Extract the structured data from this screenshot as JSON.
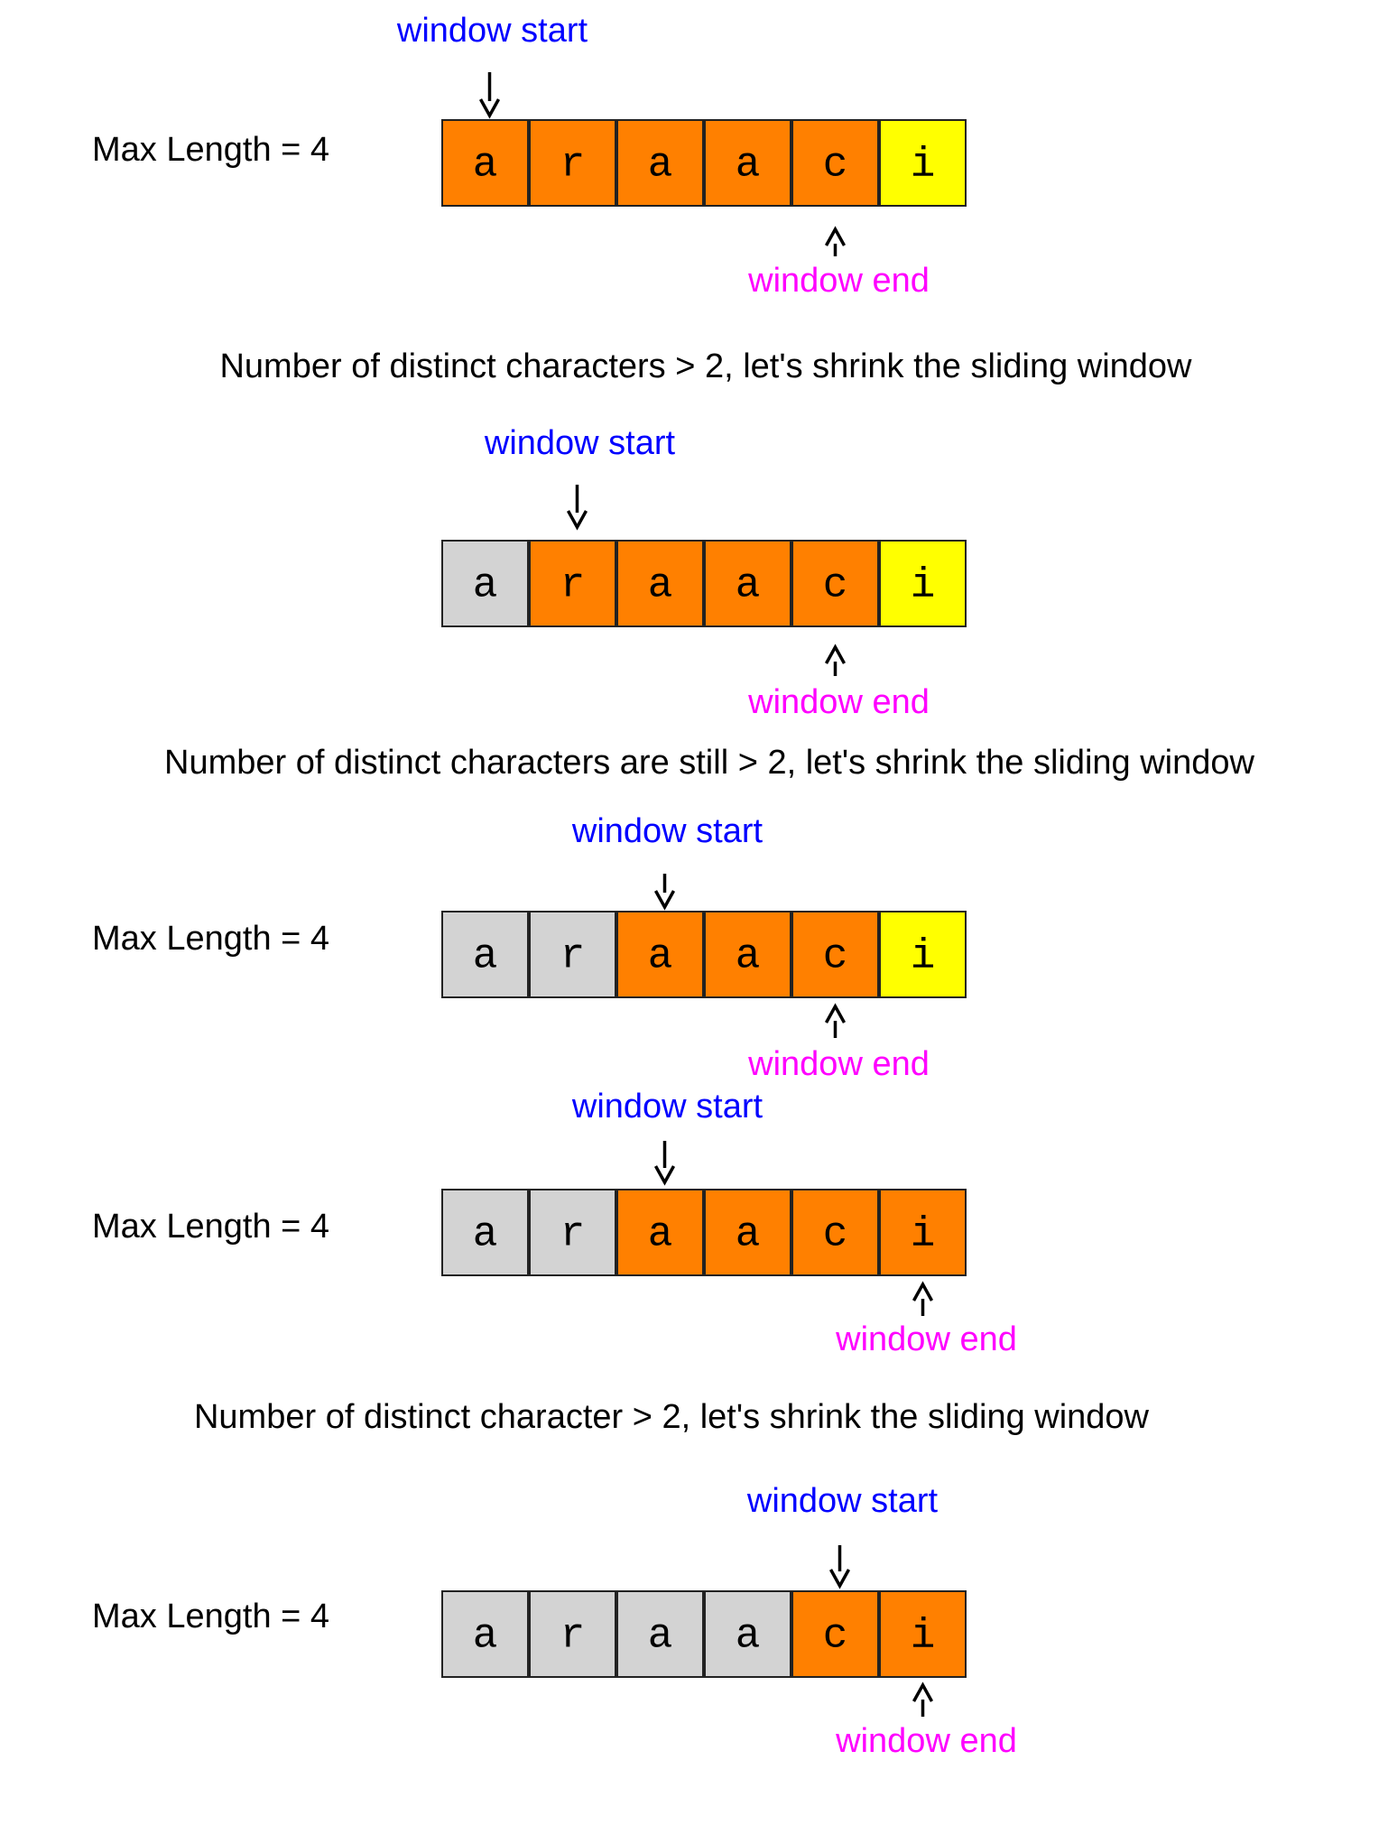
{
  "chars": [
    "a",
    "r",
    "a",
    "a",
    "c",
    "i"
  ],
  "labels": {
    "window_start": "window start",
    "window_end": "window end"
  },
  "colors": {
    "window": "#ff8000",
    "outside": "#d3d3d3",
    "next": "#ffff00",
    "window_start_text": "#0000ff",
    "window_end_text": "#ff00ff"
  },
  "steps": [
    {
      "max_length": "Max Length = 4",
      "start_index": 0,
      "end_index": 4,
      "cells": [
        "window",
        "window",
        "window",
        "window",
        "window",
        "next"
      ]
    },
    {
      "max_length": "",
      "start_index": 1,
      "end_index": 4,
      "cells": [
        "outside",
        "window",
        "window",
        "window",
        "window",
        "next"
      ]
    },
    {
      "max_length": "Max Length = 4",
      "start_index": 2,
      "end_index": 4,
      "cells": [
        "outside",
        "outside",
        "window",
        "window",
        "window",
        "next"
      ]
    },
    {
      "max_length": "Max Length = 4",
      "start_index": 2,
      "end_index": 5,
      "cells": [
        "outside",
        "outside",
        "window",
        "window",
        "window",
        "window"
      ]
    },
    {
      "max_length": "Max Length = 4",
      "start_index": 4,
      "end_index": 5,
      "cells": [
        "outside",
        "outside",
        "outside",
        "outside",
        "window",
        "window"
      ]
    }
  ],
  "notes": [
    "Number of distinct characters > 2, let's shrink the sliding window",
    "Number of distinct characters are still > 2, let's shrink the sliding window",
    "Number of distinct character > 2, let's shrink the sliding window"
  ]
}
